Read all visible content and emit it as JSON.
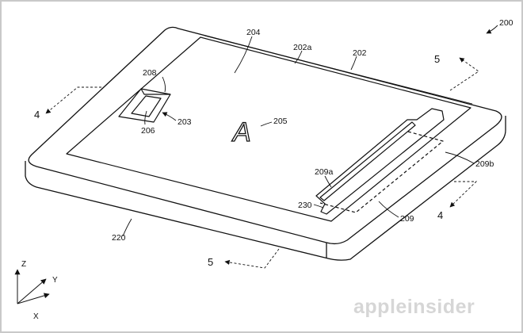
{
  "labels": {
    "l200": "200",
    "l204": "204",
    "l202a": "202a",
    "l202": "202",
    "l208": "208",
    "l206": "206",
    "l203": "203",
    "l205": "205",
    "l209a": "209a",
    "l209b": "209b",
    "l209": "209",
    "l230": "230",
    "l220": "220",
    "sec4_left": "4",
    "sec4_right": "4",
    "sec5_top": "5",
    "sec5_bottom": "5"
  },
  "glyph": "A",
  "axes": {
    "z": "Z",
    "y": "Y",
    "x": "X"
  },
  "watermark": "appleinsider"
}
